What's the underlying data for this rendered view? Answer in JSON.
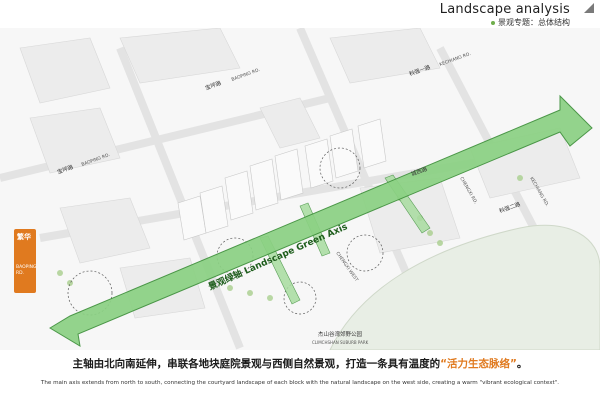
{
  "header": {
    "title": "Landscape analysis",
    "subtitle": "景观专题：总体结构"
  },
  "map": {
    "axis_label": "景观绿轴 Landscape Green Axis",
    "roads": {
      "baoping_rd_cn": "宝坪路",
      "baoping_rd_en": "BAOPING RD.",
      "keqiang_rd_1_cn": "科强一路",
      "keqiang_rd_1_en": "KECHIANG RD.",
      "chengxi_cn": "城西路",
      "chengxi_en": "CHENGXI RD.",
      "keqiang_rd_2_cn": "科强二路",
      "keqiang_rd_2_en": "KECHIANG RD.",
      "chengxi_west_en": "CHENGXI WEST",
      "park_cn": "杰山谷湾郊野公园",
      "park_en": "CLIMCHSHAN SUBURB PARK"
    },
    "side_tag_cn": "繁华",
    "side_tag_en": "BAOPING RD."
  },
  "caption": {
    "cn_main": "主轴由北向南延伸，串联各地块庭院景观与西侧自然景观，打造一条具有温度的",
    "cn_highlight": "“活力生态脉络”",
    "cn_end": "。",
    "en": "The main axis extends from north to south, connecting the courtyard landscape of each block with the natural landscape on the west side, creating a warm \"vibrant ecological context\"."
  },
  "colors": {
    "axis_green": "#7fc97a",
    "axis_stroke": "#3d8f3a",
    "highlight": "#e07a1f",
    "building": "#f4f4f4"
  }
}
